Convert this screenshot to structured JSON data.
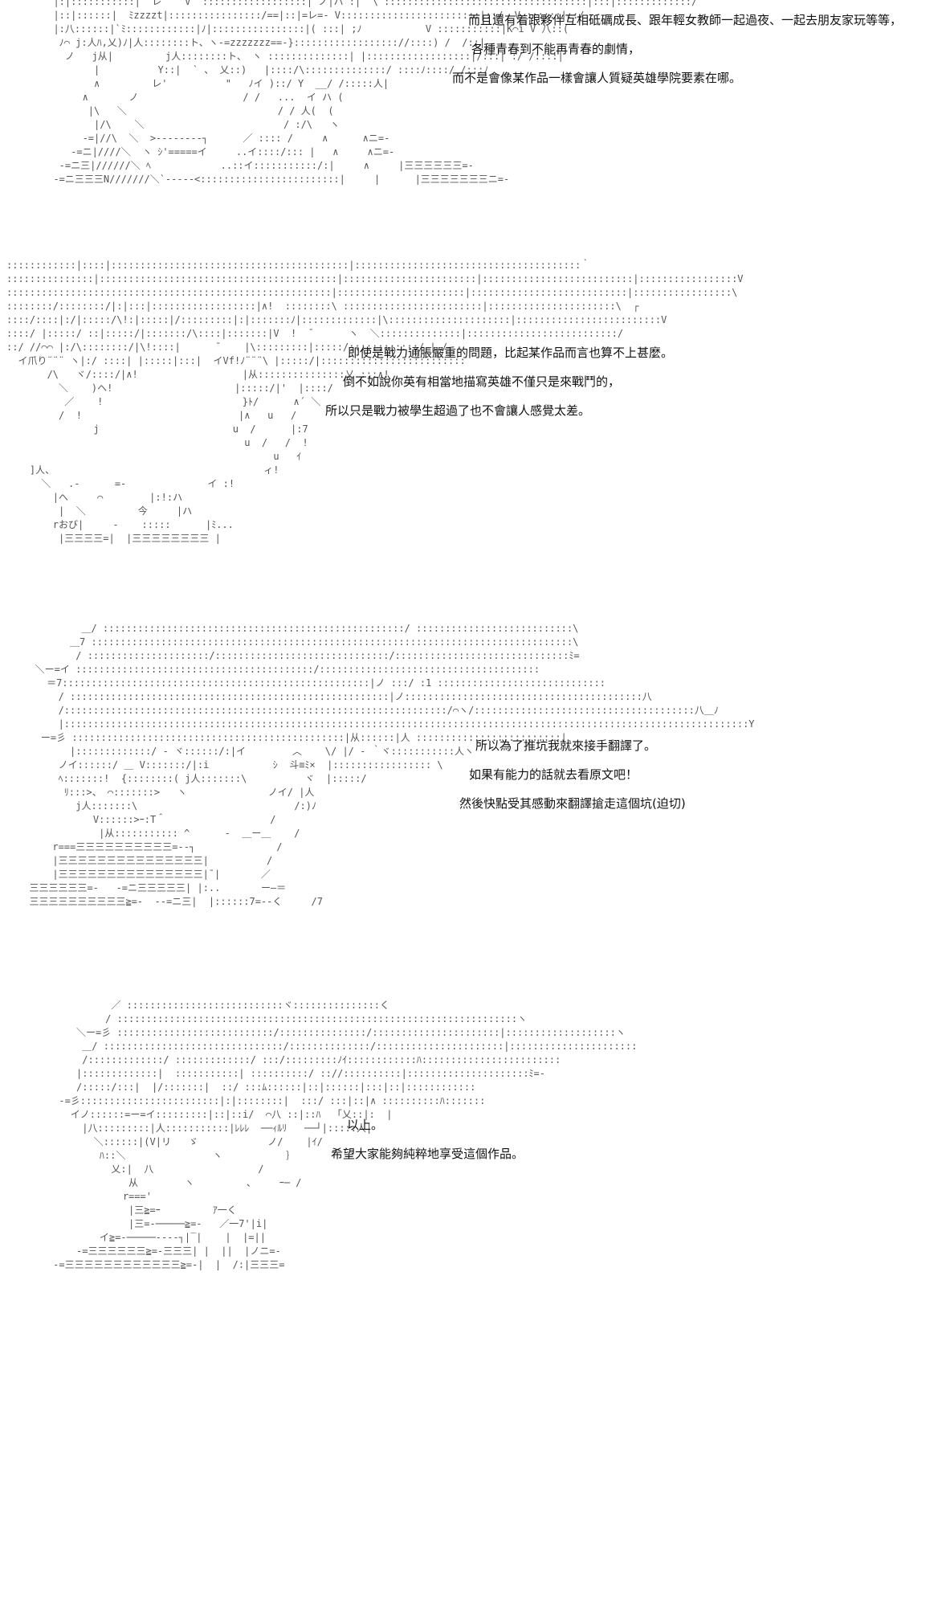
{
  "panels": [
    {
      "lines": [
        "而且還有着跟夥伴互相砥礪成長、跟年輕女教師一起過夜、一起去朋友家玩等等，",
        "各種青春到不能再青春的劇情，",
        "而不是會像某作品一樣會讓人質疑英雄學院要素在哪。"
      ],
      "ascii_art": "  |:|:::::::::::|  レ    V  ::::::::::::::::::| ノ|ハ :|  \\ :::::::::::::::::::::::::::::::::::|:::|:::::::::::::/\n  |::|::::::|  ﾐzzzzt|::::::::::::::::/==|::|=レ=- V::::::::::::::::::::::::|::/  V ::::::|::/\n  |:八::::::|`ﾐ::::::::::::|ﾉ|::::::::::::::::|( :::| ;ﾉ           V :::::::::::|K⌒i V 八::(\n   ﾉ⌒ j:人ﾊ,乂)ﾉ|人::::::::ト、ヽ-=zzzzzzz==-}:::::::::::::::::://::::) /  /::|\n    ノ   j从|         j人::::::::ト、 ヽ ::::::::::::::| |::::::::::::::::::|/:::| :/ /::::|\n         |          Y::|  ` 、 乂::)   |::::/\\::::::::::::::/ ::::ﾉ::::/ /:::ﾉ\n         ∧         レ'          \"   ﾉイ )::/ Y  __/ /:::::人|\n       ∧       ノ                  / /   ...  イ ハ (\n        |\\   ＼                          / / 人(  (\n         |/\\    ＼                        / :/\\   ヽ\n       -=|//\\  ＼  >--------┐      ／ :::: /     ∧      ∧ニ=-\n     -=ニ|////＼  ヽ ｼ'=====イ     ..イ::::/::: |   ∧     ∧ニ=-\n   -=ニ三|//////＼ ﾍ            ..::イ:::::::::::/:|     ∧     |三三三三三三=-\n  -=ニ三三三N///////＼`-----<::::::::::::::::::::::::|     |      |三三三三三三三ニ=-"
    },
    {
      "lines": [
        "即使是戰力通脹嚴重的問題，比起某作品而言也算不上甚麼。",
        "倒不如說你英有相當地描寫英雄不僅只是來戰鬥的，",
        "所以只是戰力被學生超過了也不會讓人感覺太差。"
      ],
      "ascii_art": "::::::::::::|::::|:::::::::::::::::::::::::::::::::::::::::|:::::::::::::::::::::::::::::::::::::::｀\n:::::::::::::::|:::::::::::::::::::::::::::::::::::::::::|:::::::::::::::::::::::|::::::::::::::::::::::::::|:::::::::::::::::V\n::::::::::::::::::::::::::::::::::::::::::::::::::::::::|::::::::::::::::::::::|:::::::::::::::::::::::::::|:::::::::::::::::\\\n::::::::/::::::::/|:|:::|::::::::::::::::::|∧!  ::::::::\\ ::::::::::::::::::::::::|::::::::::::::::::::::\\  ┌\n::::/::::|:/|:::::/\\!:|:::::|/:::::::::|:|:::::::ﾉ|:::::::::::::|\\:::::::::::::::::::::|:::::::::::::::::::::::::V\n::::/ |:::::/ ::|:::::/|:::::::/\\::::|:::::::|V  !  ¯      ヽ  ＼::::::::::::::|::::::::::::::::::::::::::/\n::/ //⌒⌒ |:/\\::::::::/|\\!::::|      ¯    |\\:::::::::|:::::/::::::::::::/ | /\n  イ爪り¨¨¨ ヽ|:/ ::::| |:::::|:::|  イVf!ﾉ¨¨¨\\ |:::::/|:::::::::::::::::::::::::\n       /\\   ヾ/::::/|∧!                  |从:::::::::::::::乂 :::∧!\n         ＼    )ヘ!                     |:::::/|'  |::::/\n          ／    !                        }ﾄ/      ∧´ ＼\n         /  !                           |∧   u   /\n               j                       u  /      |:7\n                                         u  /   /  !\n                                              u   ｲ\n    ]人、                                    ィ!\n      ＼   .‐      =-              イ :!\n        |へ     ⌒        |:!:ハ\n         |  ＼         今     |ハ\n        rおび|     ‐    :::::      |ﾐ...\n         |三三三三=|  |三三三三三三三三 |"
    },
    {
      "lines": [
        "所以為了推坑我就來接手翻譯了。",
        "如果有能力的話就去看原文吧！",
        "然後快點受其感動來翻譯搶走這個坑(迫切)"
      ],
      "ascii_art": "           ＿/ ::::::::::::::::::::::::::::::::::::::::::::::::::::/ :::::::::::::::::::::::::::\\\n         ＿7 :::::::::::::::::::::::::::::::::::::::::::::::::::::::::::::::::::::::::::::::::::\\\n          / :::::::::::::::::::::/::::::::::::::::::::::::::::::/::::::::::::::::::::::::::::::ﾐ=\n   ＼ー=イ :::::::::::::::::::::::::::::::::::::::::/::::::::::::::::::::::::::::::::::::::\n     ＝7:::::::::::::::::::::::::::::::::::::::::::::::::::::|ノ :::/ :1 :::::::::::::::::::::::::::::\n       / :::::::::::::::::::::::::::::::::::::::::::::::::::::::|ノ:::::::::::::::::::::::::::::::::::::::::八\n       /::::::::::::::::::::::::::::::::::::::::::::::::::::::::::::::::::/⌒ヽ/::::::::::::::::::::::::::::::::::::::八＿ﾉ\n       |::::::::::::::::::::::::::::::::::::::::::::::::::::::::::::::::::::::::::::::::::::::::::::::::::::::::::::::::::::::Y\n    ー=彡 :::::::::::::::::::::::::::::::::::::::::::::::|从::::::|人 :::::::::::::::::::::::::|\n         |:::::::::::::/ ‐ ヾ::::::/:|イ        ︿    \\/ |/ ‐ ｀ヾ:::::::::::人ヽ\n       ノイ::::::/ ＿ V:::::::/|:i           ｼ  斗≡ﾐ×  |::::::::::::::::: \\\n       ﾍ:::::::!  {::::::::( j人:::::::\\          ヾ  |:::::/\n        ﾘ:::>、 ⌒:::::::>   ヽ              ノイ/ |人\n          j人:::::::\\                           /:)ﾉ\n             V::::::>ｰ:T＾                  /\n              |从::::::::::: ^      ‐  ＿ー＿    /\n      r===三三三三三三三三三三=-‐┐              /\n      |三三三三三三三三三三三三三三三|          /\n      |三三三三三三三三三三三三三三三|¯|       ／\n  三三三三三三=-   -=ニ三三三三三| |:..       ー―＝\n  三三三三三三三三三三≧=-  --=ニ三|  |::::::7=‐-く     /7"
    },
    {
      "lines": [
        "以上。",
        "希望大家能夠純粹地享受這個作品。"
      ],
      "ascii_art": "               ／ :::::::::::::::::::::::::::ヾ:::::::::::::::く\n              / :::::::::::::::::::::::::::::::::::::::::::::::::::::::::::::::::::::ヽ\n         ＼ー=彡 :::::::::::::::::::::::::::/:::::::::::::::/::::::::::::::::::::::|:::::::::::::::::::ヽ\n          ＿/ :::::::::::::::::::::::::::::::/::::::::::::::/::::::::::::::::::::::|::::::::::::::::::::::\n          /:::::::::::::/ :::::::::::::/ :::/:::::::::ﾉｲ::::::::::::ﾊ::::::::::::::::::::::::\n         |:::::::::::::|  :::::::::::| ::::::::::/ :://::::::::::|:::::::::::::::::::::ﾐ=-\n         /:::::/:::|  |/:::::::|  ::/ :::ﾑ::::::|::|::::::|:::|::|::::::::::::\n      -=彡::::::::::::::::::::::::|:|::::::::|  :::/ :::|::|∧ ::::::::::ﾊ:::::::\n        イノ::::::=ー=イ:::::::::|::|::i/  ⌒八 ::|::ﾊ  「乂::|:  |\n          |八:::::::::|人:::::::::::|ﾚﾚﾚ  ──ｨﾙﾘ   ──┘|:::::人|\n            ＼::::::|(V|リ   ゞ            ノ/    |ｲ/\n             ﾊ::＼               ヽ           ｝\n               乂:|  八                  /\n                  从        ヽ         、    ｰ─ /\n                 r==='\n                  |三≧=ｰ         ｱ一く\n                  |三=-─────≧=-   ／一7'|i|\n             イ≧=-─────‐‐‐‐┐|‾|    |  |=||\n         -=三三三三三三≧=-三三三| |  ||  |ノニ=-\n     -=三三三三三三三三三三三三≧=-|  |  /:|三三三="
    }
  ]
}
